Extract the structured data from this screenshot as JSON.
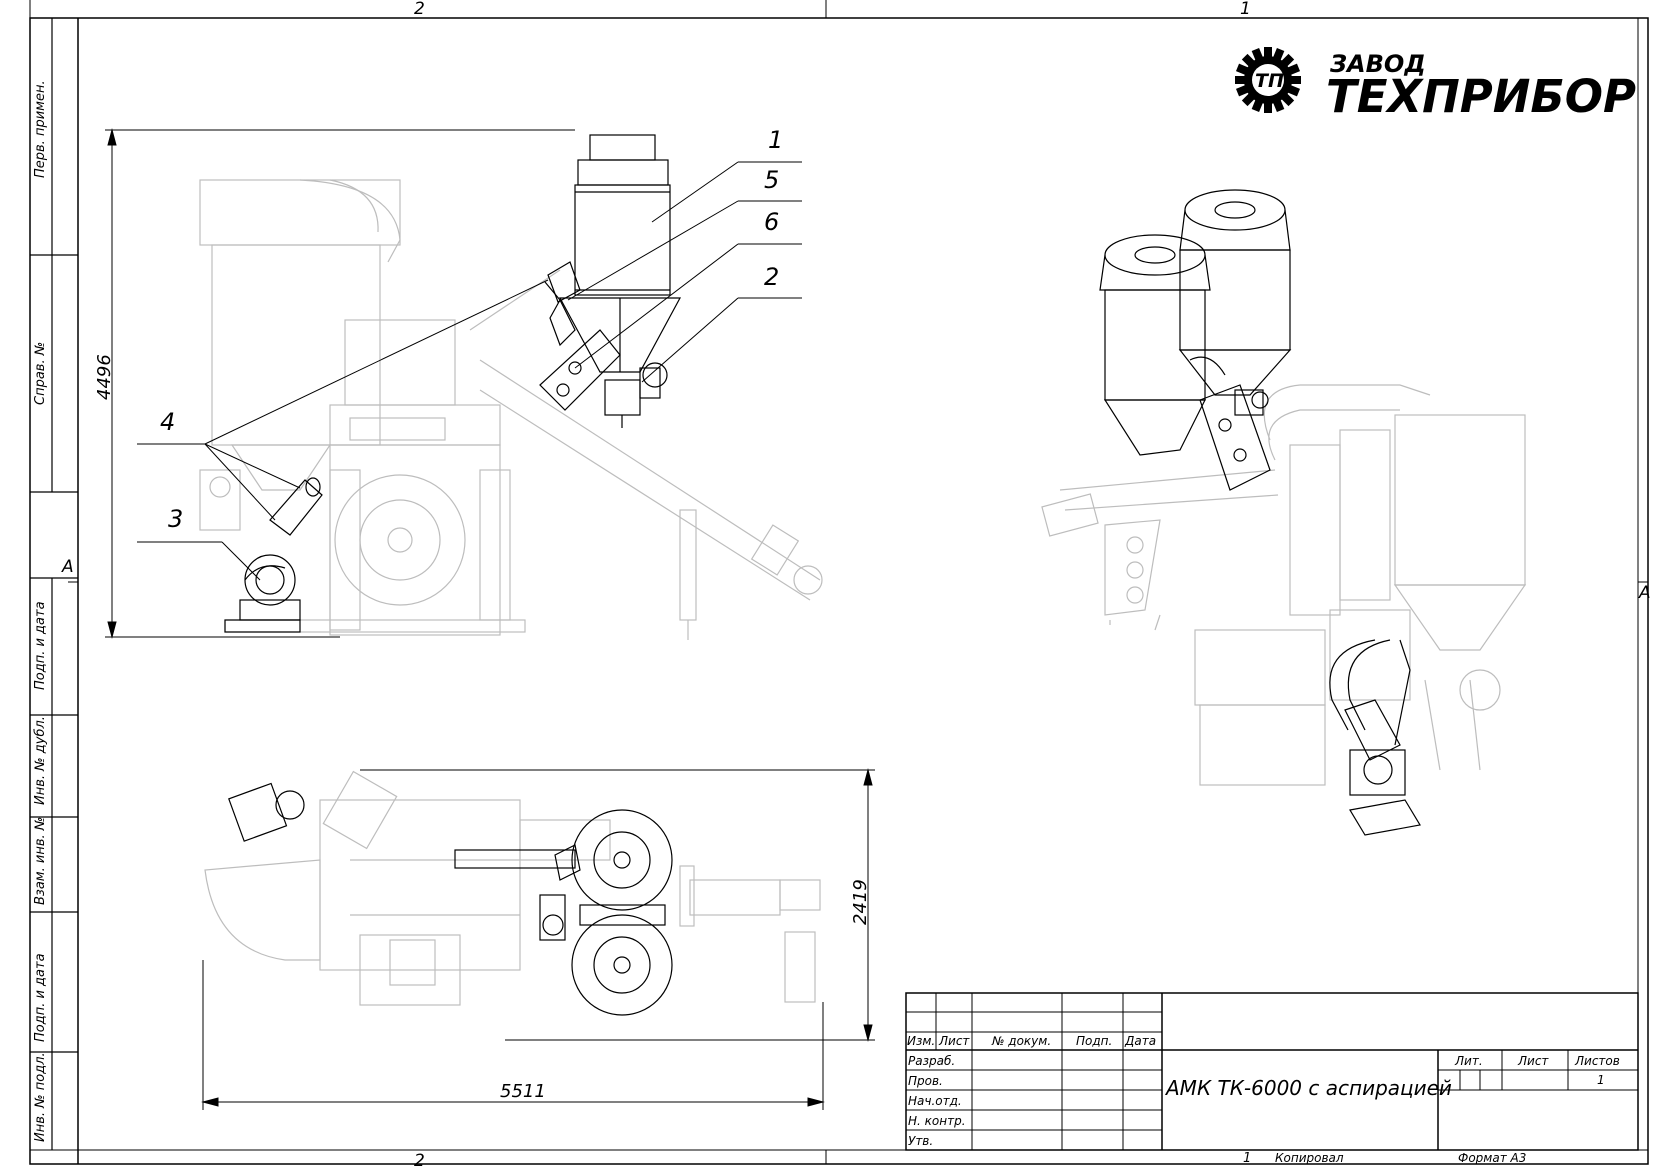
{
  "logo": {
    "line1": "ЗАВОД",
    "line2": "ТЕХПРИБОР",
    "mark": "ТП"
  },
  "zones": {
    "top_left": "2",
    "top_right": "1",
    "bottom_left": "2",
    "bottom_right": "1",
    "left_mid": "A",
    "right_mid": "A"
  },
  "side_stamps": [
    "Перв. примен.",
    "Справ. №",
    "Подп. и дата",
    "Инв. № дубл.",
    "Взам. инв. №",
    "Подп. и дата",
    "Инв. № подл."
  ],
  "dimensions": {
    "height": "4496",
    "width": "5511",
    "depth": "2419"
  },
  "callouts": [
    "1",
    "5",
    "6",
    "2",
    "4",
    "3"
  ],
  "title_block": {
    "columns": [
      "Изм.",
      "Лист",
      "№ докум.",
      "Подп.",
      "Дата"
    ],
    "roles": [
      "Разраб.",
      "Пров.",
      "Нач.отд.",
      "Н. контр.",
      "Утв."
    ],
    "title": "АМК ТК-6000 с аспирацией",
    "lit_label": "Лит.",
    "sheet_label": "Лист",
    "sheets_label": "Листов",
    "sheets_value": "1",
    "copied": "Копировал",
    "format": "Формат А3",
    "copied_num": "1"
  },
  "colors": {
    "line": "#000000",
    "light_line": "#b8b8b8",
    "paper": "#ffffff"
  }
}
